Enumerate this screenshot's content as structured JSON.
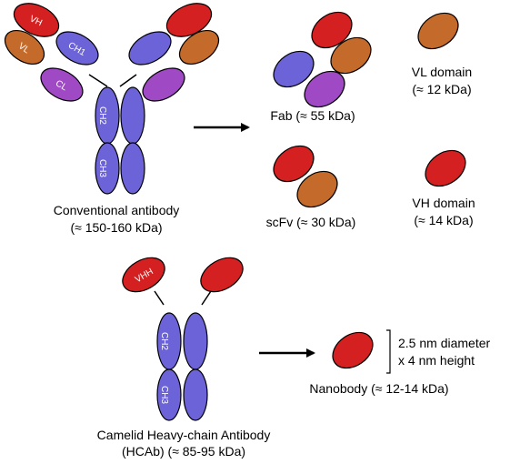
{
  "colors": {
    "vh": "#d42020",
    "vl": "#c46a2a",
    "cl": "#a049c4",
    "ch": "#6d63d8",
    "outline": "#000000"
  },
  "conventional": {
    "vh_label": "VH",
    "vl_label": "VL",
    "ch1_label": "CH1",
    "cl_label": "CL",
    "ch2_label": "CH2",
    "ch3_label": "CH3",
    "name": "Conventional antibody",
    "mass": "(≈ 150-160 kDa)"
  },
  "fragments": {
    "fab": "Fab (≈ 55 kDa)",
    "vl_domain": "VL domain",
    "vl_mass": "(≈ 12 kDa)",
    "scfv": "scFv (≈ 30 kDa)",
    "vh_domain": "VH domain",
    "vh_mass": "(≈ 14 kDa)"
  },
  "camelid": {
    "vhh_label": "VHH",
    "ch2_label": "CH2",
    "ch3_label": "CH3",
    "name": "Camelid Heavy-chain Antibody",
    "mass": "(HCAb) (≈ 85-95 kDa)"
  },
  "nanobody": {
    "size_line1": "2.5 nm diameter",
    "size_line2": "x 4 nm height",
    "name": "Nanobody (≈ 12-14 kDa)"
  }
}
